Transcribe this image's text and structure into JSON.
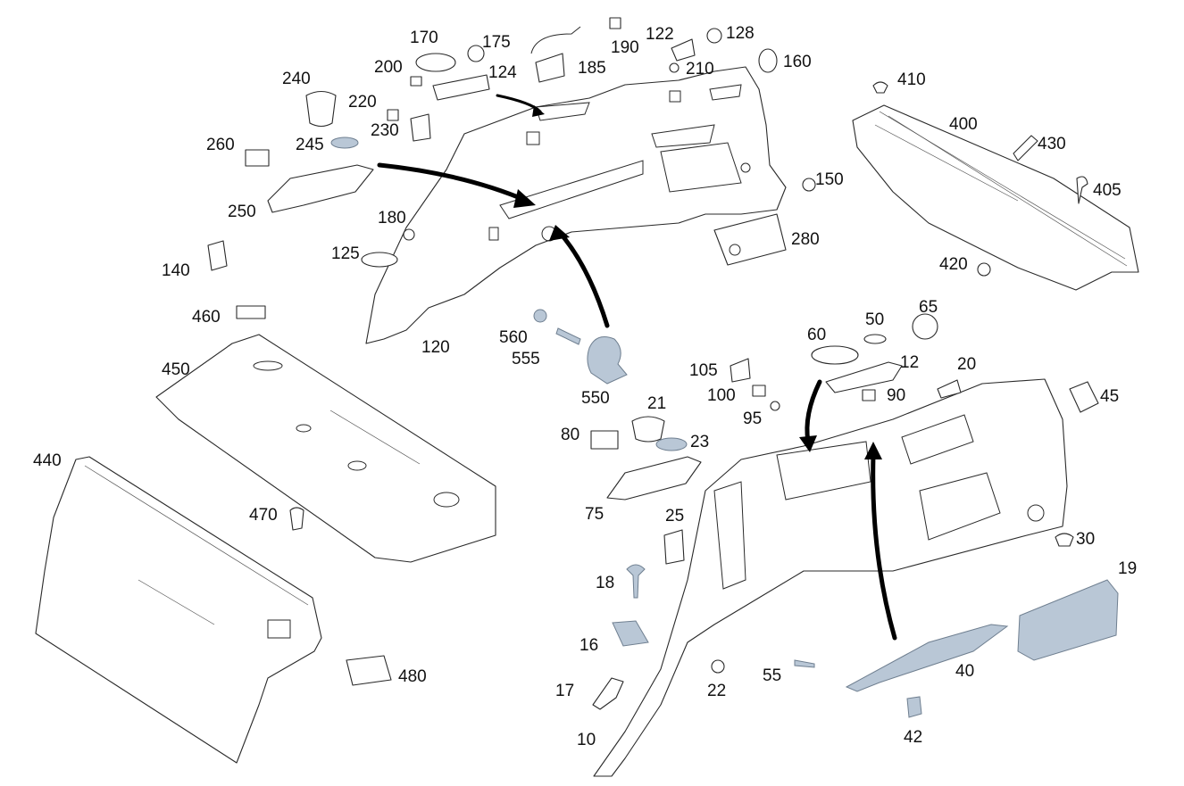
{
  "diagram": {
    "colors": {
      "highlight": "#b9c7d6",
      "outline": "#2a2a2a",
      "arrow": "#000000"
    },
    "callouts": [
      {
        "id": "c170",
        "text": "170"
      },
      {
        "id": "c175",
        "text": "175"
      },
      {
        "id": "c190",
        "text": "190"
      },
      {
        "id": "c122",
        "text": "122"
      },
      {
        "id": "c128",
        "text": "128"
      },
      {
        "id": "c240",
        "text": "240"
      },
      {
        "id": "c200",
        "text": "200"
      },
      {
        "id": "c124",
        "text": "124"
      },
      {
        "id": "c185",
        "text": "185"
      },
      {
        "id": "c210",
        "text": "210"
      },
      {
        "id": "c160",
        "text": "160"
      },
      {
        "id": "c410",
        "text": "410"
      },
      {
        "id": "c220",
        "text": "220"
      },
      {
        "id": "c230",
        "text": "230"
      },
      {
        "id": "c400",
        "text": "400"
      },
      {
        "id": "c430",
        "text": "430"
      },
      {
        "id": "c260",
        "text": "260"
      },
      {
        "id": "c245",
        "text": "245"
      },
      {
        "id": "c150",
        "text": "150"
      },
      {
        "id": "c405",
        "text": "405"
      },
      {
        "id": "c250",
        "text": "250"
      },
      {
        "id": "c180",
        "text": "180"
      },
      {
        "id": "c280",
        "text": "280"
      },
      {
        "id": "c125",
        "text": "125"
      },
      {
        "id": "c420",
        "text": "420"
      },
      {
        "id": "c140",
        "text": "140"
      },
      {
        "id": "c460",
        "text": "460"
      },
      {
        "id": "c560",
        "text": "560"
      },
      {
        "id": "c120",
        "text": "120"
      },
      {
        "id": "c555",
        "text": "555"
      },
      {
        "id": "c450",
        "text": "450"
      },
      {
        "id": "c65",
        "text": "65"
      },
      {
        "id": "c60",
        "text": "60"
      },
      {
        "id": "c50",
        "text": "50"
      },
      {
        "id": "c105",
        "text": "105"
      },
      {
        "id": "c12",
        "text": "12"
      },
      {
        "id": "c20",
        "text": "20"
      },
      {
        "id": "c550",
        "text": "550"
      },
      {
        "id": "c100",
        "text": "100"
      },
      {
        "id": "c90",
        "text": "90"
      },
      {
        "id": "c45",
        "text": "45"
      },
      {
        "id": "c21",
        "text": "21"
      },
      {
        "id": "c95",
        "text": "95"
      },
      {
        "id": "c80",
        "text": "80"
      },
      {
        "id": "c23",
        "text": "23"
      },
      {
        "id": "c440",
        "text": "440"
      },
      {
        "id": "c75",
        "text": "75"
      },
      {
        "id": "c25",
        "text": "25"
      },
      {
        "id": "c470",
        "text": "470"
      },
      {
        "id": "c30",
        "text": "30"
      },
      {
        "id": "c19",
        "text": "19"
      },
      {
        "id": "c18",
        "text": "18"
      },
      {
        "id": "c16",
        "text": "16"
      },
      {
        "id": "c40",
        "text": "40"
      },
      {
        "id": "c55",
        "text": "55"
      },
      {
        "id": "c480",
        "text": "480"
      },
      {
        "id": "c22",
        "text": "22"
      },
      {
        "id": "c17",
        "text": "17"
      },
      {
        "id": "c42",
        "text": "42"
      },
      {
        "id": "c10",
        "text": "10"
      }
    ]
  }
}
